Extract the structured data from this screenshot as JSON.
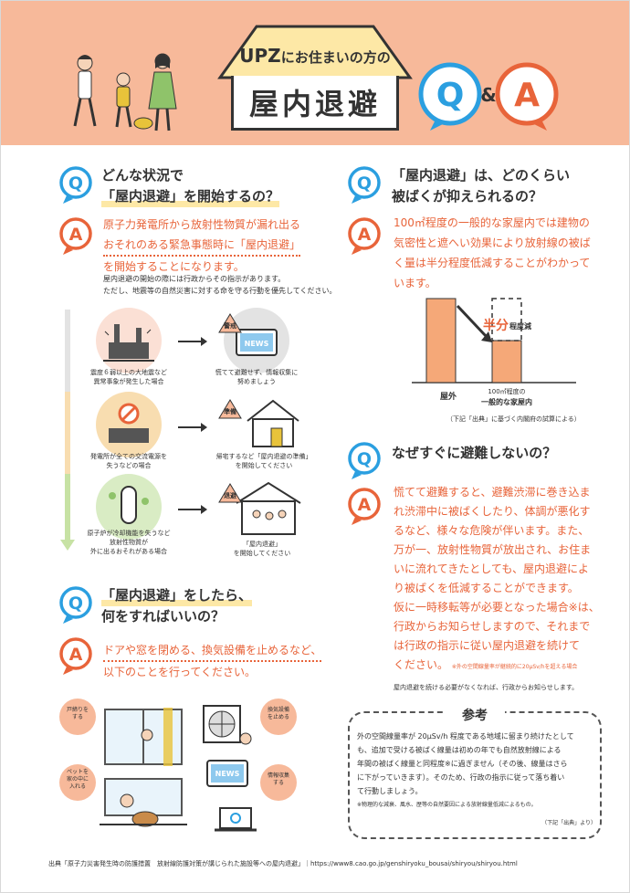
{
  "header": {
    "upz": "UPZ",
    "upz_suffix": "にお住まいの方の",
    "title": "屋内退避",
    "qa_q": "Q",
    "qa_amp": "&",
    "qa_a": "A",
    "bg_color": "#f7b99a"
  },
  "colors": {
    "q_blue": "#2b9fe0",
    "a_orange": "#e8643a"
  },
  "icons": {
    "q": "Q",
    "a": "A"
  },
  "q1": {
    "q_line1": "どんな状況で",
    "q_line2": "「屋内退避」を開始するの？",
    "a_line1": "原子力発電所から放射性物質が漏れ出る",
    "a_line2": "おそれのある緊急事態時に「屋内退避」",
    "a_line3": "を開始することになります。",
    "note1": "屋内退避の開始の際には行政からその指示があります。",
    "note2": "ただし、地震等の自然災害に対する命を守る行動を優先してください。",
    "steps": [
      {
        "left_cap1": "震度６弱以上の大地震など",
        "left_cap2": "異常事象が発生した場合",
        "tag": "警戒",
        "right_cap1": "慌てて避難せず、情報収集に",
        "right_cap2": "努めましょう",
        "news": "NEWS"
      },
      {
        "left_cap1": "発電所が全ての交流電源を",
        "left_cap2": "失うなどの場合",
        "tag": "準備",
        "right_cap1": "帰宅するなど「屋内退避の準備」",
        "right_cap2": "を開始してください"
      },
      {
        "left_cap1": "原子炉が冷却機能を失うなど",
        "left_cap2": "放射性物質が",
        "left_cap3": "外に出るおそれがある場合",
        "tag": "退避",
        "right_cap1": "「屋内退避」",
        "right_cap2": "を開始してください"
      }
    ]
  },
  "q2": {
    "q_line1": "「屋内退避」は、どのくらい",
    "q_line2": "被ばくが抑えられるの？",
    "a_line1": "100㎡程度の一般的な家屋内では建物の",
    "a_line2": "気密性と遮へい効果により放射線の被ば",
    "a_line3": "く量は半分程度低減することがわかって",
    "a_line4": "います。",
    "chart_data": {
      "type": "bar",
      "categories": [
        "屋外",
        "100㎡程度の一般的な家屋内"
      ],
      "values": [
        100,
        50
      ],
      "annotation_big": "半分",
      "annotation_small": "程度減",
      "source": "（下記「出典」に基づく内閣府の試算による）"
    }
  },
  "q3": {
    "q_line1": "なぜすぐに避難しないの？",
    "lines": [
      "慌てて避難すると、避難渋滞に巻き込ま",
      "れ渋滞中に被ばくしたり、体調が悪化す",
      "るなど、様々な危険が伴います。また、",
      "万が一、放射性物質が放出され、お住ま",
      "いに流れてきたとしても、屋内退避によ",
      "り被ばくを低減することができます。",
      "仮に一時移転等が必要となった場合※は、",
      "行政からお知らせしますので、それまで",
      "は行政の指示に従い屋内退避を続けて"
    ],
    "last_line": "ください。",
    "last_note": "※外の空間線量率が継続的に20μSv/hを超える場合",
    "note": "屋内退避を続ける必要がなくなれば、行政からお知らせします。"
  },
  "q4": {
    "q_line1": "「屋内退避」をしたら、",
    "q_line2": "何をすればいいの？",
    "a_line1": "ドアや窓を閉める、換気設備を止めるなど、",
    "a_line2": "以下のことを行ってください。",
    "tags": [
      {
        "l1": "戸締りを",
        "l2": "する"
      },
      {
        "l1": "ペットを",
        "l2": "家の中に",
        "l3": "入れる"
      },
      {
        "l1": "換気設備",
        "l2": "を止める"
      },
      {
        "l1": "情報収集",
        "l2": "する"
      }
    ],
    "news": "NEWS"
  },
  "reference": {
    "title": "参考",
    "lines": [
      "外の空間線量率が 20μSv/h 程度である地域に留まり続けたとして",
      "も、追加で受ける被ばく線量は初めの年でも自然放射線による",
      "年間の被ばく線量と同程度※に過ぎません（その後、線量はさら",
      "に下がっていきます）。そのため、行政の指示に従って落ち着い",
      "て行動しましょう。"
    ],
    "note": "※物理的な減衰、風水、歴等の自然要因による放射線量低減によるもの。",
    "source": "（下記「出典」より）"
  },
  "footer": {
    "source": "出典「原子力災害発生時の防護措置　放射線防護対策が講じられた施設等への屋内退避」｜https://www8.cao.go.jp/genshiryoku_bousai/shiryou/shiryou.html"
  }
}
